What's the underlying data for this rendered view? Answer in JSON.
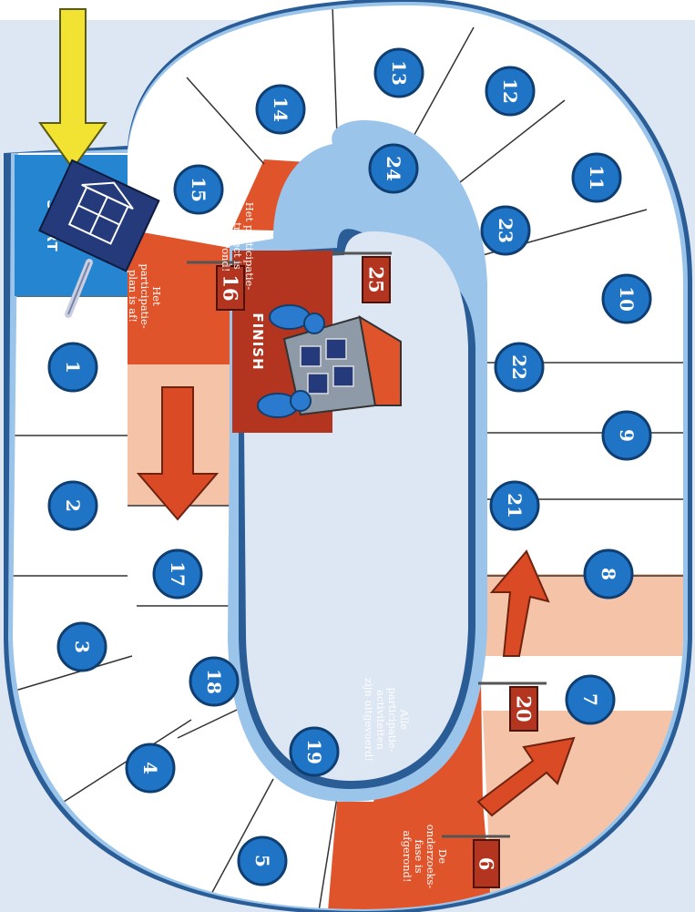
{
  "colors": {
    "background": "#dde6f3",
    "track_border_dark": "#2a5c96",
    "track_border_light": "#9ac4ea",
    "square": "#ffffff",
    "circle": "#1f74c6",
    "orange": "#e0542b",
    "orange_light": "#f5c4a8",
    "flag": "#b3351f",
    "start": "#2585d1"
  },
  "board": {
    "start_label": "START",
    "finish_label": "FINISH",
    "squares": [
      "1",
      "2",
      "3",
      "4",
      "5",
      "7",
      "8",
      "9",
      "10",
      "11",
      "12",
      "13",
      "14",
      "15",
      "17",
      "18",
      "19",
      "21",
      "22",
      "23",
      "24"
    ],
    "milestones": [
      {
        "number": "6",
        "text": [
          "De",
          "onderzoeks-",
          "fase is",
          "afgerond!"
        ]
      },
      {
        "number": "16",
        "text": [
          "Het",
          "participatie-",
          "plan is af!"
        ]
      },
      {
        "number": "20",
        "text": [
          "Alle",
          "participatie-",
          "activiteiten",
          "zijn uitgevoerd!"
        ]
      },
      {
        "number": "25",
        "text": [
          "Het participatie-",
          "traject is",
          "afgerond!"
        ]
      }
    ]
  },
  "icons": {
    "start_arrow": "yellow-arrow-icon",
    "blueprint": "blueprint-house-icon",
    "pencil": "pencil-icon",
    "finish_building": "building-icon",
    "pawns": "pawn-icon",
    "arrows": "orange-arrow-icon",
    "flags": "flag-icon"
  }
}
